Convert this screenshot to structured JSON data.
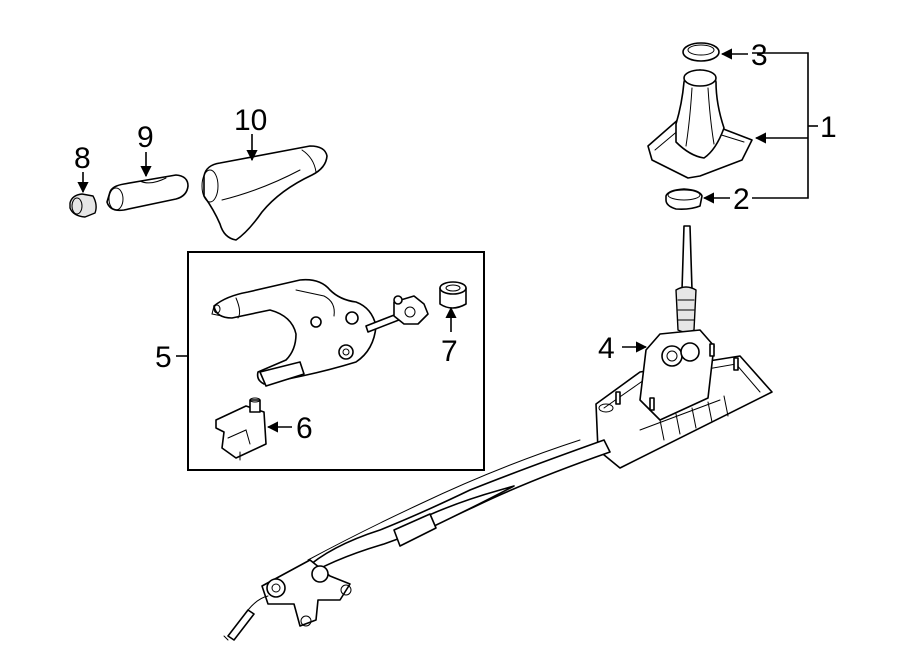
{
  "callouts": {
    "c1": "1",
    "c2": "2",
    "c3": "3",
    "c4": "4",
    "c5": "5",
    "c6": "6",
    "c7": "7",
    "c8": "8",
    "c9": "9",
    "c10": "10"
  },
  "colors": {
    "line": "#000000",
    "background": "#ffffff",
    "shade": "#e6e6e6"
  }
}
